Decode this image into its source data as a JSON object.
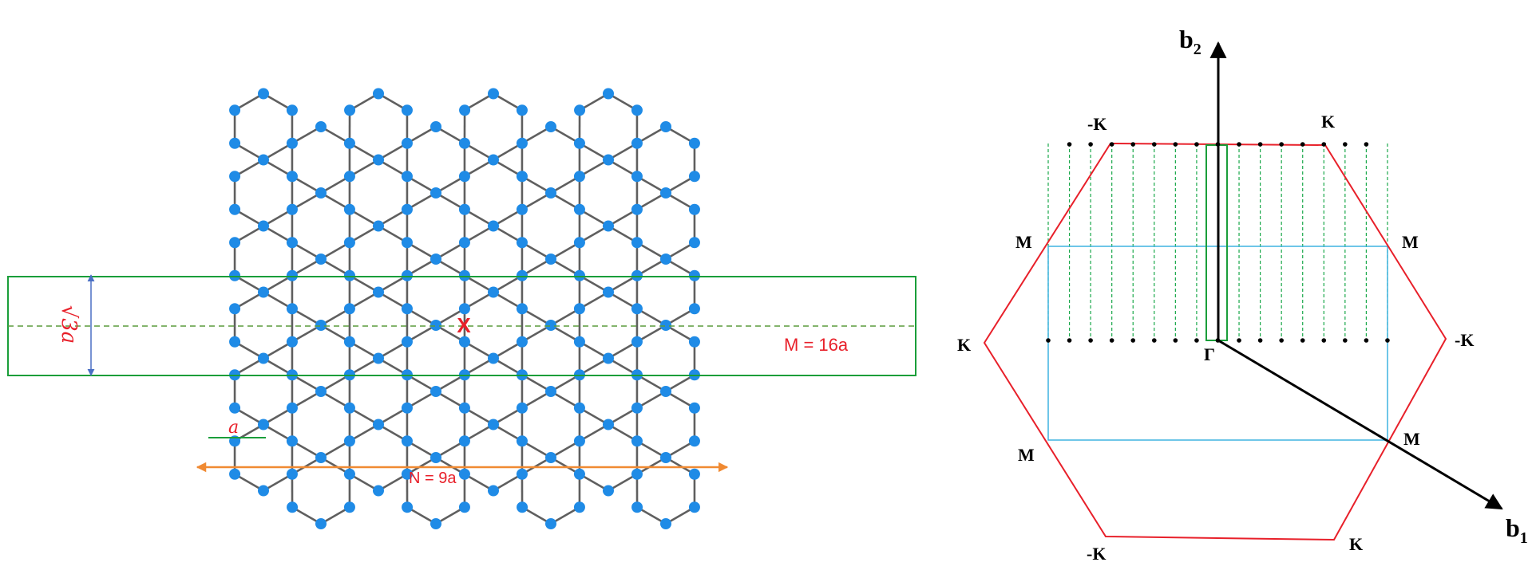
{
  "lattice": {
    "width_label": "√3a",
    "m_label": "M = 16a",
    "n_label": "N = 9a",
    "bond_label": "a",
    "center_marker": "X",
    "colors": {
      "atom": "#1f8be6",
      "bond": "#5f5f5f",
      "strip": "#1a9e3a",
      "dashed": "#5a9c3c",
      "arrow_v": "#4a6fc4",
      "arrow_h": "#f08a32",
      "label": "#e8202a"
    }
  },
  "brillouin": {
    "b1_label": "b",
    "b1_sub": "1",
    "b2_label": "b",
    "b2_sub": "2",
    "gamma": "Γ",
    "points": {
      "k_top_left": "-K",
      "k_top_right": "K",
      "k_left": "K",
      "k_right": "-K",
      "k_bottom_left": "-K",
      "k_bottom_right": "K",
      "m_upper_left": "M",
      "m_upper_right": "M",
      "m_lower_left": "M",
      "m_lower_right": "M"
    },
    "colors": {
      "hexagon": "#e8202a",
      "rect": "#3fb3e0",
      "cut_lines": "#1aa84a",
      "cell": "#1a9e3a",
      "axis": "#000000"
    }
  }
}
